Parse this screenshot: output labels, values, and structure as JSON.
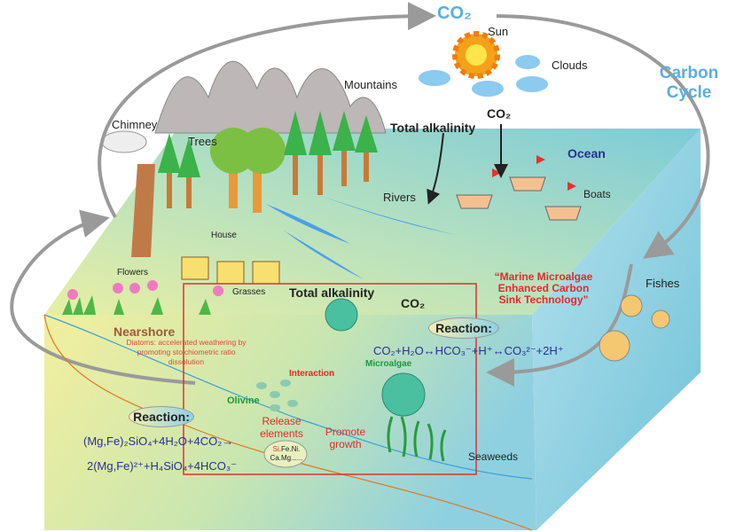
{
  "labels": {
    "co2_top": "CO₂",
    "sun": "Sun",
    "clouds": "Clouds",
    "mountains": "Mountains",
    "carbon_cycle": "Carbon Cycle",
    "chimney": "Chimney",
    "trees": "Trees",
    "co2_mid": "CO₂",
    "total_alkalinity_top": "Total alkalinity",
    "ocean": "Ocean",
    "rivers": "Rivers",
    "boats": "Boats",
    "house": "House",
    "flowers": "Flowers",
    "grasses": "Grasses",
    "fishes": "Fishes",
    "technology": "“Marine Microalgae Enhanced Carbon Sink Technology”",
    "nearshore": "Nearshore",
    "diatoms": "Diatoms: accelerated weathering by promoting stoichiometric ratio dissolution",
    "total_alkalinity_box": "Total alkalinity",
    "co2_box": "CO₂",
    "interaction": "Interaction",
    "microalgae": "Microalgae",
    "olivine": "Olivine",
    "release_elements": "Release elements",
    "promote_growth": "Promote growth",
    "elements_si": "Si",
    "elements_rest": ".Fe.Ni. Ca.Mg......",
    "seaweeds": "Seaweeds"
  },
  "reactions": {
    "left_title": "Reaction:",
    "left_eq1": "(Mg,Fe)₂SiO₄+4H₂O+4CO₂→",
    "left_eq2": "2(Mg,Fe)²⁺+H₄SiO₄+4HCO₃⁻",
    "right_title": "Reaction:",
    "right_eq": "CO₂+H₂O↔HCO₃⁻+H⁺↔CO₃²⁻+2H⁺"
  },
  "colors": {
    "land": "#f2ee9a",
    "ocean": "#8fd0e0",
    "cycle_arrow": "#9a9a9a",
    "box": "#e03030",
    "title_blue": "#5aaee0"
  }
}
